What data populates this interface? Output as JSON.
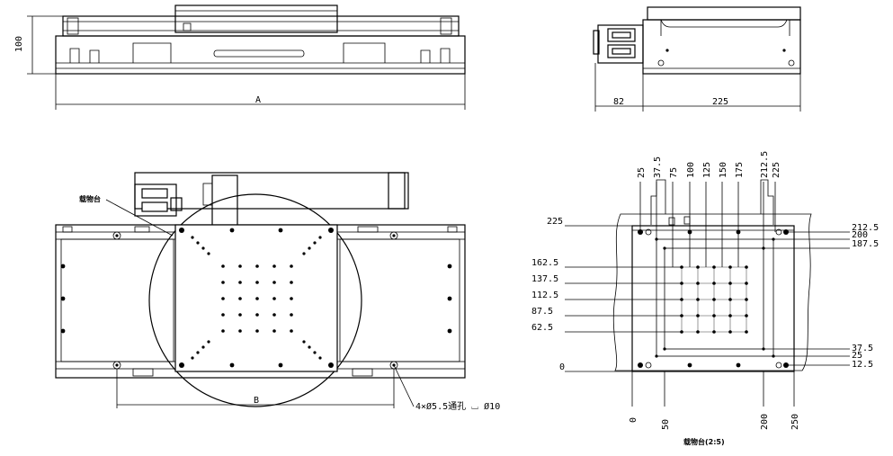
{
  "front_view": {
    "dim_height": "100",
    "dim_length": "A"
  },
  "side_view": {
    "dim_left": "82",
    "dim_right": "225"
  },
  "top_view": {
    "leader_label": "载物台",
    "dim_b": "B",
    "hole_note": "4×Ø5.5通孔 ⌴ Ø10"
  },
  "detail_view": {
    "caption": "载物台(2:5)",
    "top_labels": [
      "25",
      "37.5",
      "75",
      "100",
      "125",
      "150",
      "175",
      "212.5",
      "225"
    ],
    "bottom_labels": [
      "0",
      "50",
      "200",
      "250"
    ],
    "left_labels": [
      "225",
      "162.5",
      "137.5",
      "112.5",
      "87.5",
      "62.5",
      "0"
    ],
    "right_labels": [
      "212.5",
      "200",
      "187.5",
      "37.5",
      "25",
      "12.5"
    ]
  }
}
